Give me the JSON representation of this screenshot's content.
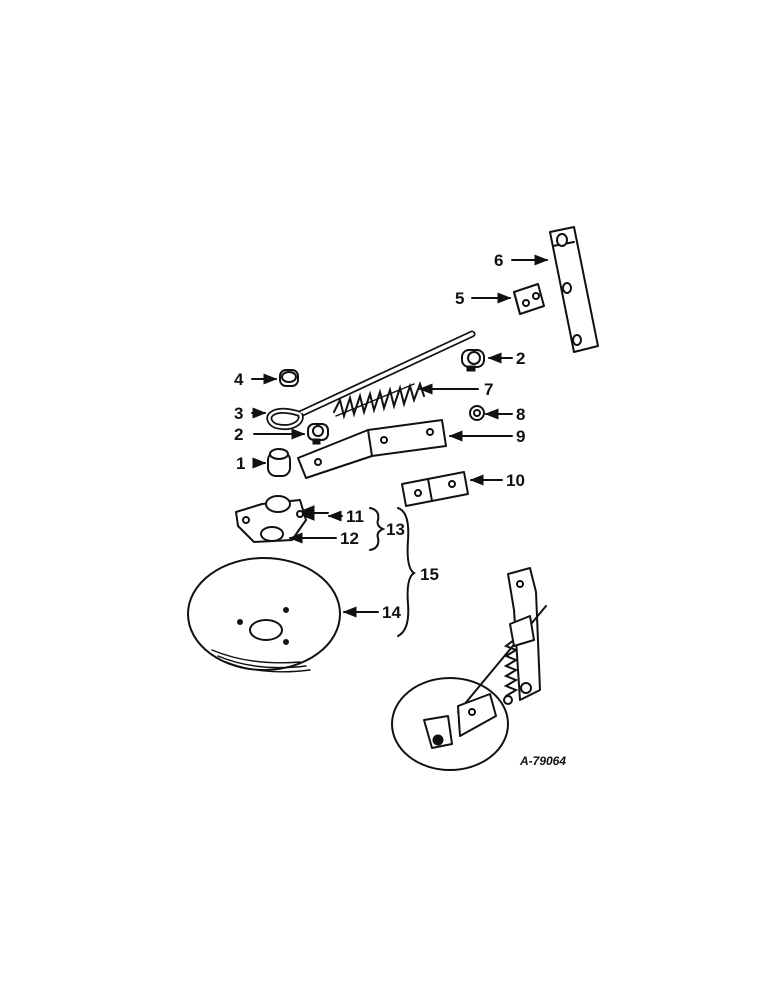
{
  "callouts": {
    "c1": "1",
    "c2a": "2",
    "c2b": "2",
    "c3": "3",
    "c4": "4",
    "c5": "5",
    "c6": "6",
    "c7": "7",
    "c8": "8",
    "c9": "9",
    "c10": "10",
    "c11": "11",
    "c12": "12",
    "c13": "13",
    "c14": "14",
    "c15": "15"
  },
  "figure_ref": "A-79064",
  "colors": {
    "ink": "#111111",
    "paper": "#ffffff"
  }
}
